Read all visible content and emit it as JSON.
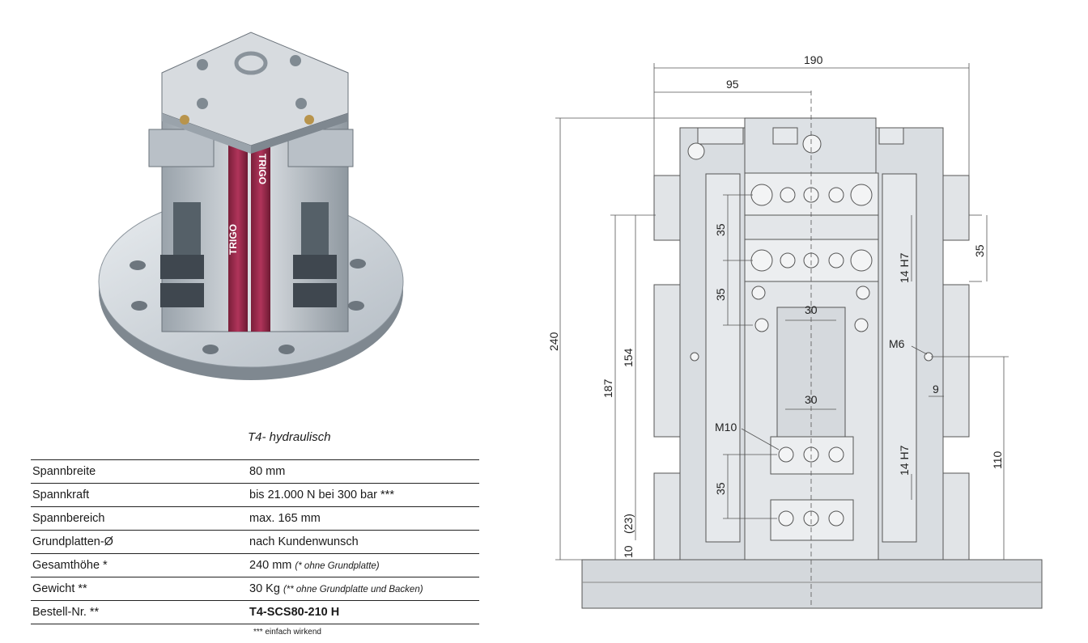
{
  "product": {
    "caption": "T4- hydraulisch",
    "brand_label": "TRIGO"
  },
  "specs": [
    {
      "label": "Spannbreite",
      "value": "80 mm",
      "note": ""
    },
    {
      "label": "Spannkraft",
      "value": "bis 21.000 N bei 300 bar ***",
      "note": ""
    },
    {
      "label": "Spannbereich",
      "value": "max. 165 mm",
      "note": ""
    },
    {
      "label": "Grundplatten-Ø",
      "value": "nach Kundenwunsch",
      "note": ""
    },
    {
      "label": "Gesamthöhe  *",
      "value": "240 mm",
      "note": "(* ohne Grundplatte)"
    },
    {
      "label": "Gewicht  **",
      "value": "30 Kg",
      "note": "(** ohne Grundplatte und Backen)"
    },
    {
      "label": "Bestell-Nr.  **",
      "value": "T4-SCS80-210 H",
      "note": ""
    }
  ],
  "footnote": "*** einfach wirkend",
  "dimensions": {
    "d190": "190",
    "d95": "95",
    "d240": "240",
    "d187": "187",
    "d154": "154",
    "d35_top": "35",
    "d35_mid": "35",
    "d35_low": "35",
    "d35_right": "35",
    "h7_top": "14 H7",
    "h7_low": "14 H7",
    "d30_top": "30",
    "d30_low": "30",
    "m6": "M6",
    "m10": "M10",
    "d9": "9",
    "d110": "110",
    "d23": "(23)",
    "d10": "10"
  }
}
